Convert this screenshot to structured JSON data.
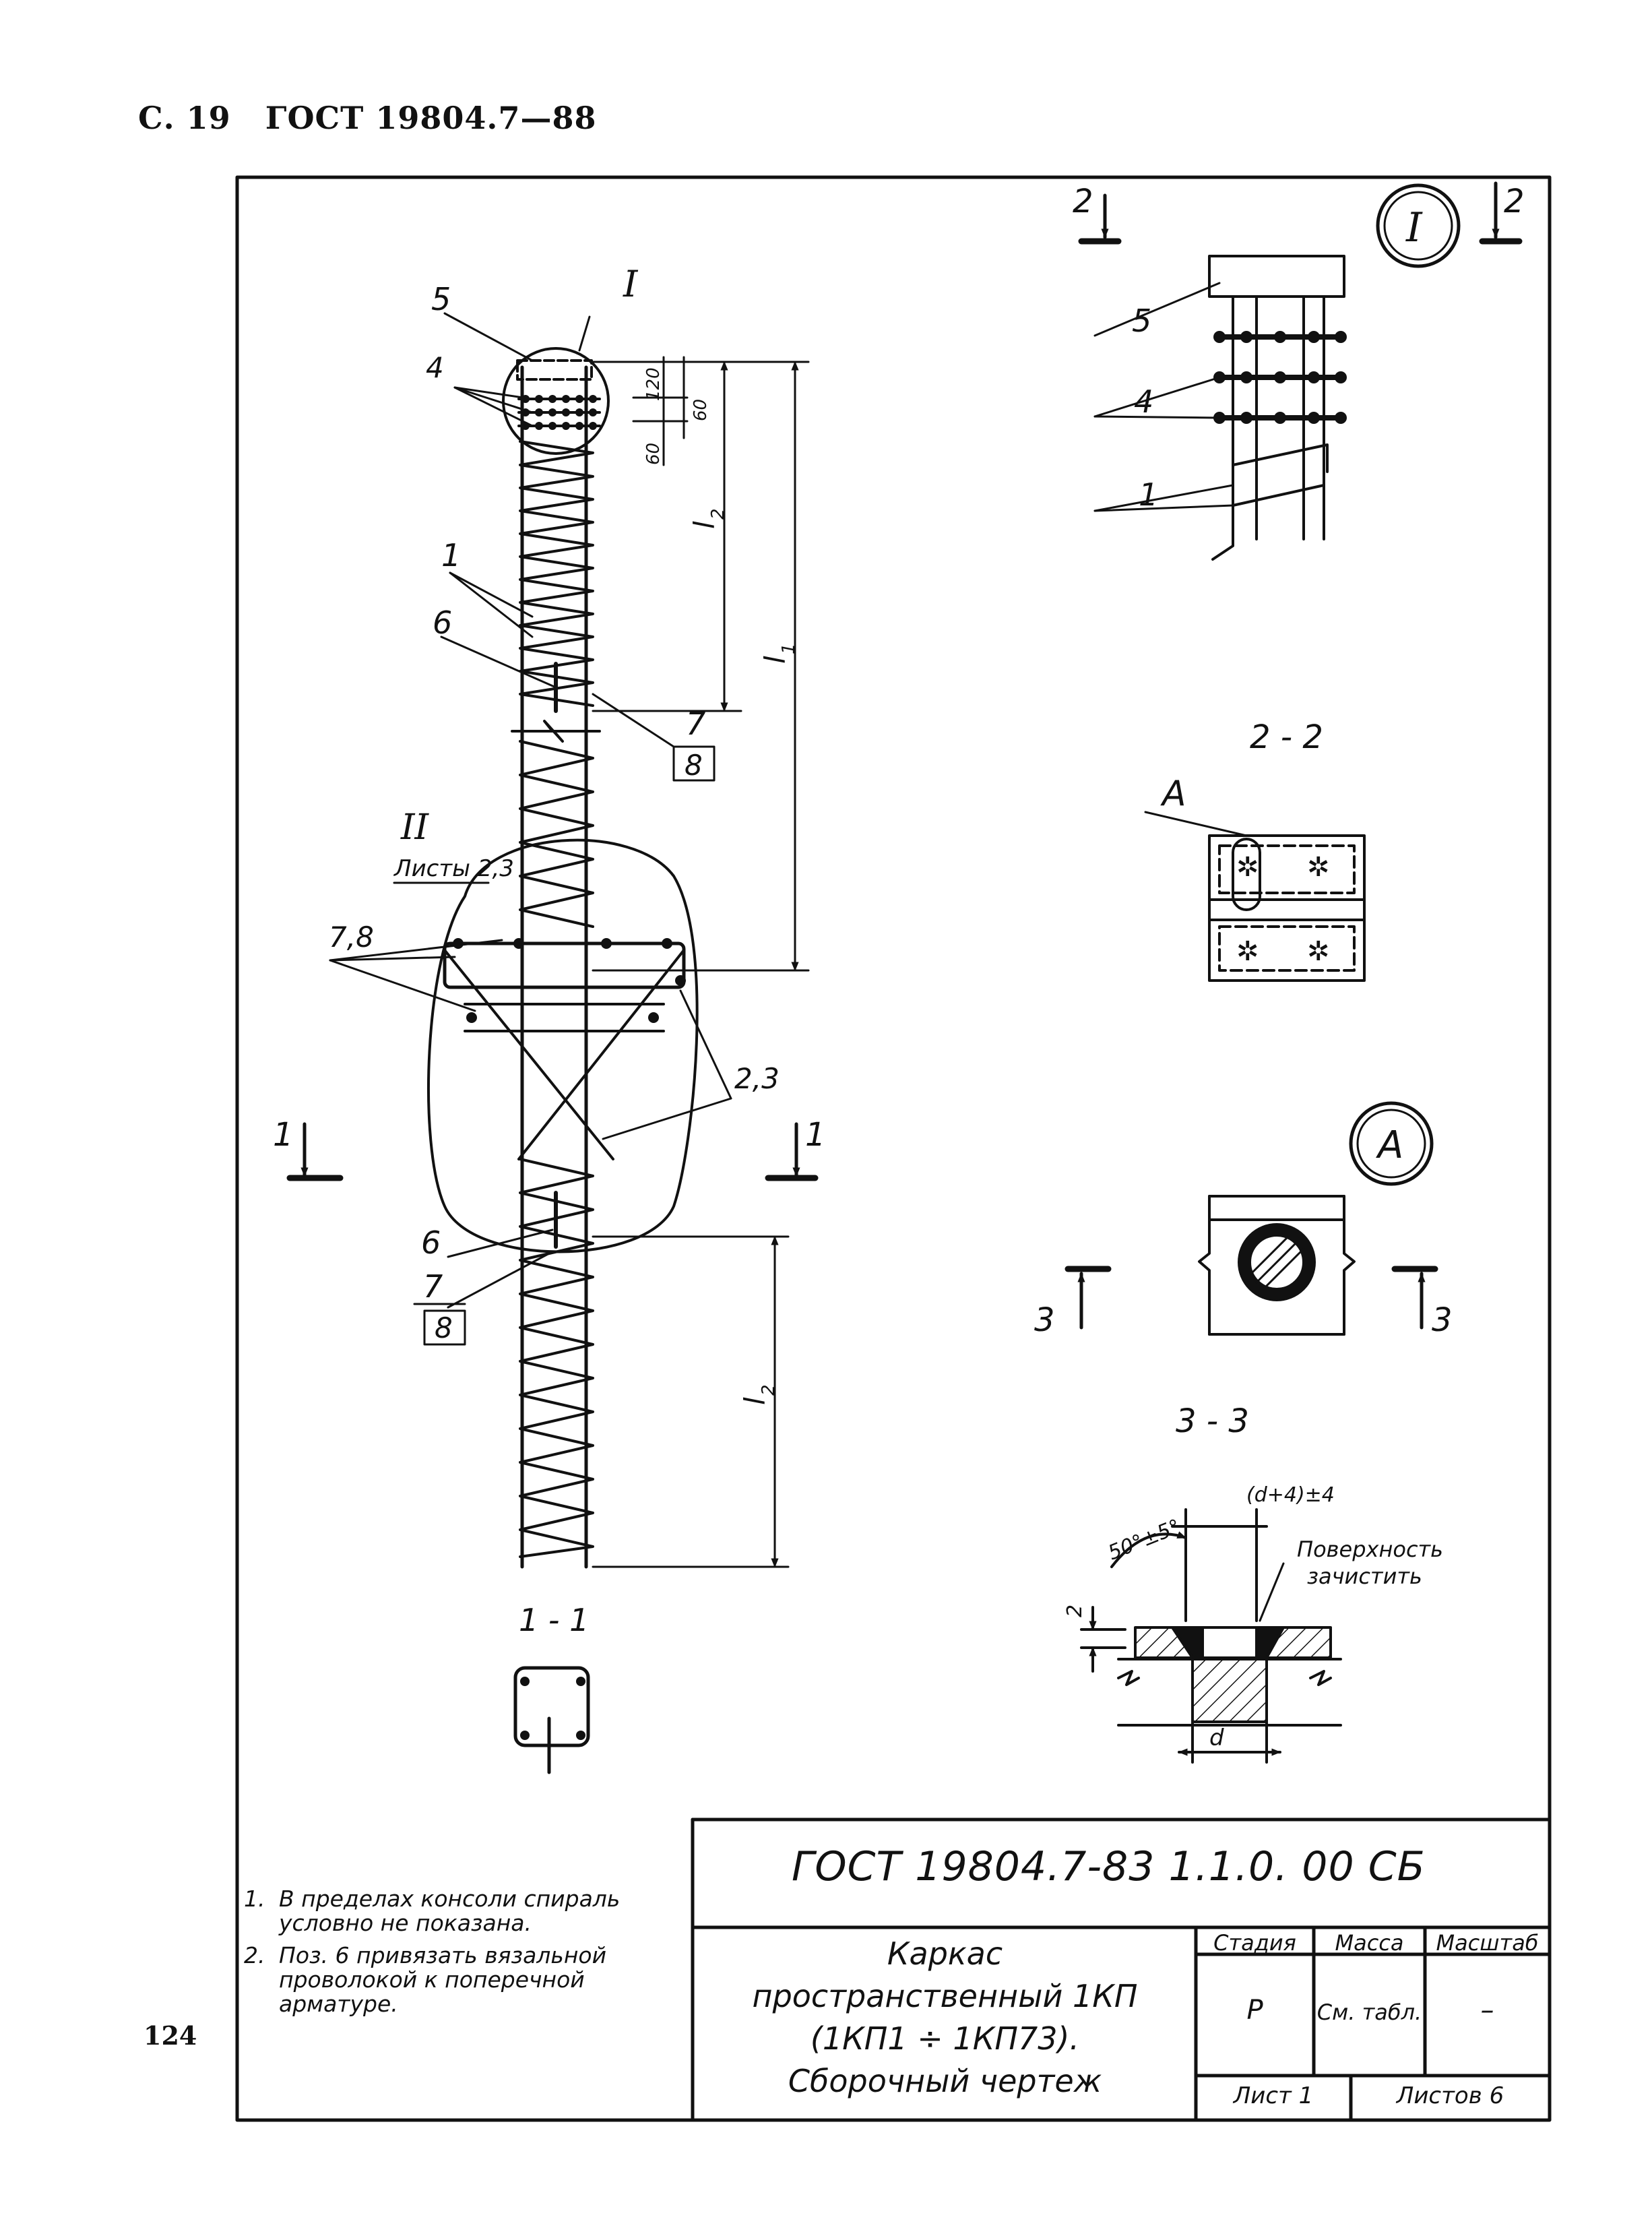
{
  "header": {
    "page_ref": "С. 19",
    "standard": "ГОСТ 19804.7—88"
  },
  "page_number": "124",
  "views": {
    "detail_I": "I",
    "node_II": "II",
    "node_II_ref": "Листы 2,3",
    "section_22": "2 - 2",
    "section_11": "1 - 1",
    "section_33": "3 - 3",
    "detail_A": "A",
    "detail_A_label": "A"
  },
  "cut_marks": {
    "c1": "1",
    "c2": "2",
    "c3": "3"
  },
  "position_labels": {
    "p1": "1",
    "p4": "4",
    "p5": "5",
    "p6": "6",
    "p7": "7",
    "p8": "8",
    "p78": "7,8",
    "p23": "2,3"
  },
  "dimensions": {
    "d120": "120",
    "d60a": "60",
    "d60b": "60",
    "l1": "l",
    "l1_sub": "1",
    "l2": "l",
    "l2_sub": "2",
    "angle": "50°±5°",
    "gap": "(d+4)±4",
    "h2": "2",
    "d": "d"
  },
  "weld_note": {
    "line1": "Поверхность",
    "line2": "зачистить"
  },
  "notes": [
    {
      "num": "1.",
      "text": "В пределах консоли спираль условно не показана."
    },
    {
      "num": "2.",
      "text": "Поз. 6 привязать вязальной проволокой к поперечной арматуре."
    }
  ],
  "title_block": {
    "designation": "ГОСТ 19804.7-83  1.1.0. 00 СБ",
    "name_lines": [
      "Каркас",
      "пространственный 1КП",
      "(1КП1 ÷ 1КП73).",
      "Сборочный  чертеж"
    ],
    "stage_label": "Стадия",
    "stage_value": "Р",
    "mass_label": "Масса",
    "mass_value": "См. табл.",
    "scale_label": "Масштаб",
    "scale_value": "–",
    "sheet_label": "Лист 1",
    "sheets_label": "Листов 6"
  }
}
